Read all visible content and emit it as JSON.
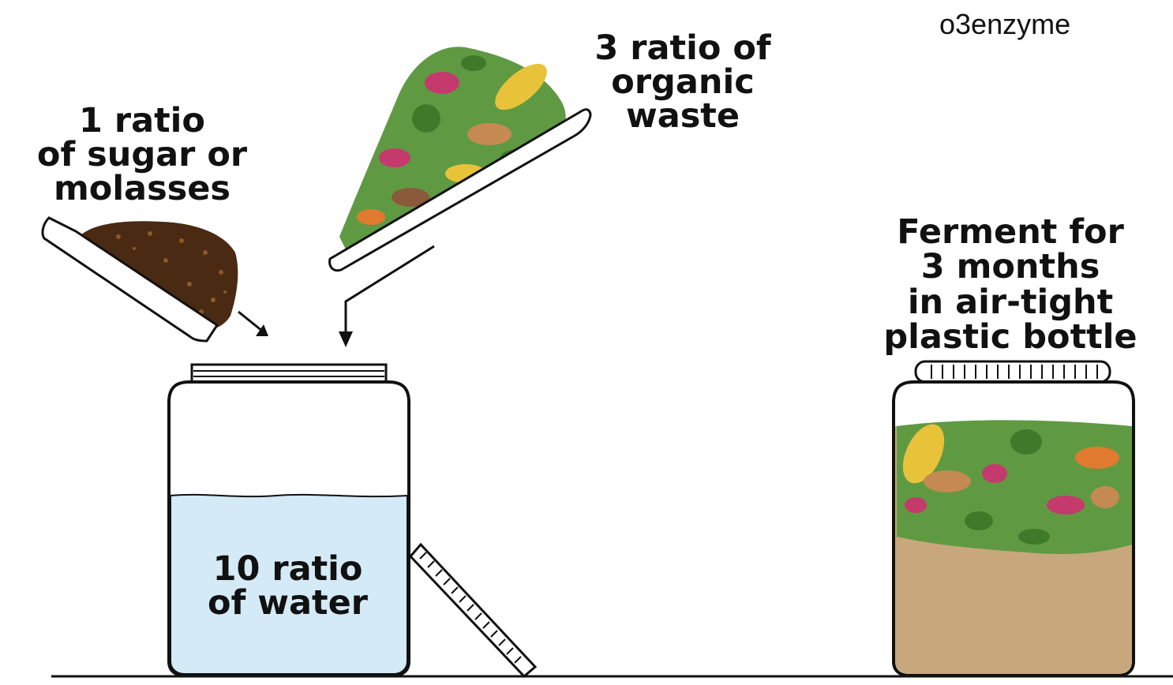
{
  "watermark": "o3enzyme",
  "labels": {
    "sugar": [
      "1 ratio",
      "of sugar or",
      "molasses"
    ],
    "waste": [
      "3 ratio of",
      "organic",
      "waste"
    ],
    "ferment": [
      "Ferment for",
      "3 months",
      "in air-tight",
      "plastic bottle"
    ],
    "water": [
      "10 ratio",
      "of water"
    ]
  },
  "colors": {
    "outline": "#111111",
    "water": "#d4eaf6",
    "ferment_liquid": "#c9a77c",
    "sugar": "#4a2a12",
    "leaf_green": "#5f9a43",
    "banana_yellow": "#e8c33a",
    "carrot_orange": "#e07a2f",
    "flower_pink": "#c43a6c"
  }
}
